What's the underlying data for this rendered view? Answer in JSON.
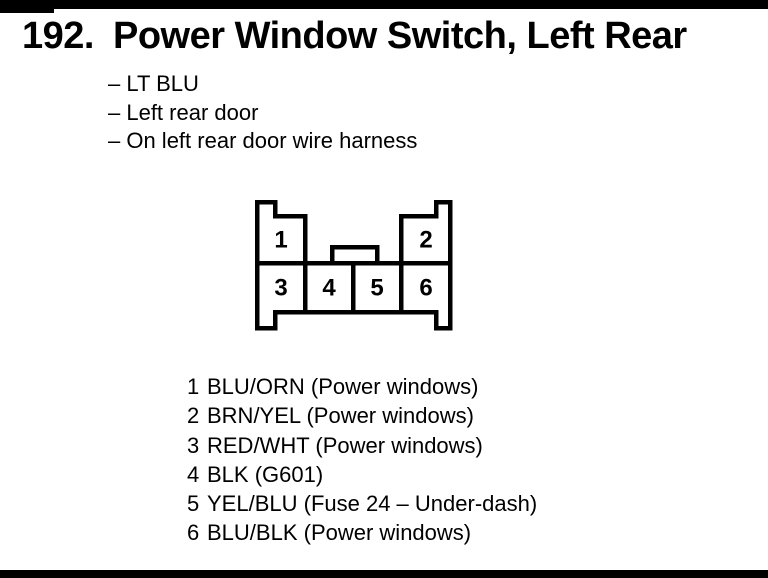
{
  "colors": {
    "ink": "#000000",
    "paper": "#ffffff"
  },
  "heading": {
    "number": "192.",
    "title": "Power Window Switch, Left Rear"
  },
  "notes": [
    "– LT BLU",
    "– Left rear door",
    "– On left rear door wire harness"
  ],
  "connector": {
    "cavities": [
      {
        "label": "1"
      },
      {
        "label": "2"
      },
      {
        "label": "3"
      },
      {
        "label": "4"
      },
      {
        "label": "5"
      },
      {
        "label": "6"
      }
    ]
  },
  "pinout": [
    {
      "pin": "1",
      "wire": "BLU/ORN",
      "function": "(Power windows)"
    },
    {
      "pin": "2",
      "wire": "BRN/YEL",
      "function": "(Power windows)"
    },
    {
      "pin": "3",
      "wire": "RED/WHT",
      "function": "(Power windows)"
    },
    {
      "pin": "4",
      "wire": "BLK",
      "function": "(G601)"
    },
    {
      "pin": "5",
      "wire": "YEL/BLU",
      "function": "(Fuse 24 – Under-dash)"
    },
    {
      "pin": "6",
      "wire": "BLU/BLK",
      "function": "(Power windows)"
    }
  ]
}
